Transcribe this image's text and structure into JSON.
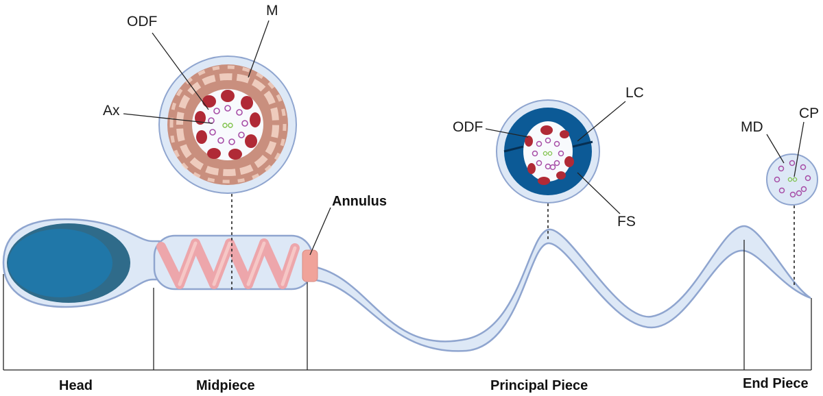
{
  "labels": {
    "odf_mid": "ODF",
    "m": "M",
    "ax": "Ax",
    "annulus": "Annulus",
    "odf_principal": "ODF",
    "lc": "LC",
    "fs": "FS",
    "md": "MD",
    "cp": "CP"
  },
  "segments": {
    "head": "Head",
    "midpiece": "Midpiece",
    "principal_piece": "Principal Piece",
    "end_piece": "End Piece"
  },
  "colors": {
    "membrane_fill": "#dde8f6",
    "membrane_stroke": "#8fa5cf",
    "head_dark": "#2f6b8a",
    "head_inner": "#1e6f99",
    "mitochondria": "#c98f7e",
    "mitochondria_light": "#f2d2c4",
    "odf": "#b02a36",
    "fibrous_sheath": "#0c5a96",
    "axoneme": "#a64ca6",
    "central_pair": "#7fc24a",
    "annulus": "#f0a39a",
    "helix": "#eea3a8"
  }
}
